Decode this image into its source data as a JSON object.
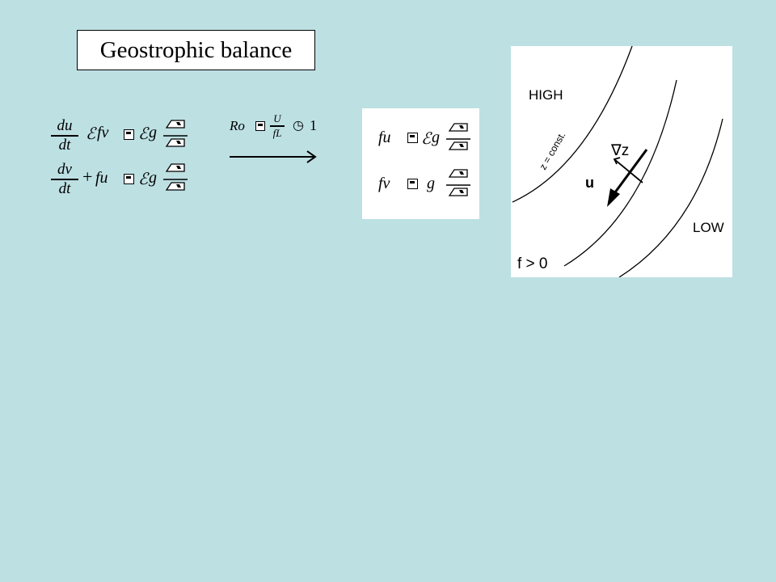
{
  "title": "Geostrophic balance",
  "left_equations": {
    "eq1": {
      "numerator": "du",
      "denominator": "dt",
      "term": "fv",
      "rhs": "g"
    },
    "eq2": {
      "numerator": "dv",
      "denominator": "dt",
      "term": "fu",
      "rhs": "g"
    }
  },
  "rossby": {
    "symbol": "Ro",
    "numerator": "U",
    "denominator": "fL",
    "value": "1"
  },
  "right_equations": {
    "eq1": {
      "lhs": "fu",
      "rhs": "g"
    },
    "eq2": {
      "lhs": "fv",
      "rhs": "g"
    }
  },
  "diagram": {
    "high_label": "HIGH",
    "low_label": "LOW",
    "contour_label": "z = const.",
    "gradient_label": "∇z",
    "velocity_label": "u",
    "coriolis_label": "f > 0"
  }
}
